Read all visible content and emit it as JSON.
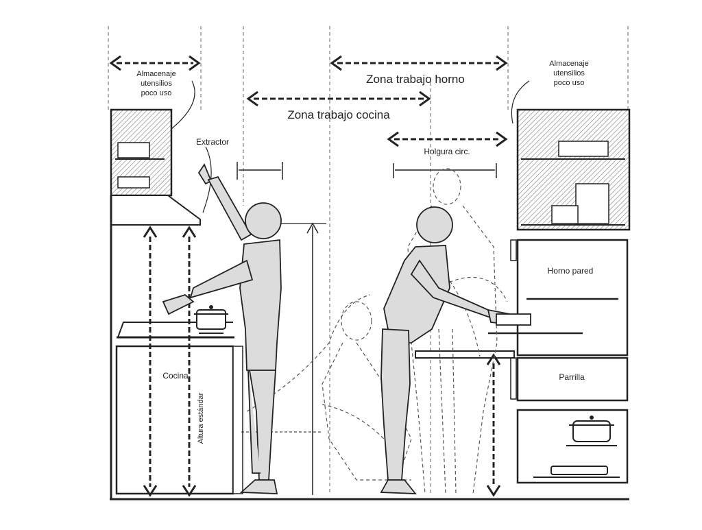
{
  "colors": {
    "ink": "#222222",
    "hatch": "#9a9a9a",
    "figure_fill": "#dcdcdc",
    "paper": "#ffffff"
  },
  "labels": {
    "storage_left": [
      "Almacenaje",
      "utensilios",
      "poco uso"
    ],
    "storage_right": [
      "Almacenaje",
      "utensilios",
      "poco uso"
    ],
    "zona_horno": "Zona trabajo horno",
    "zona_cocina": "Zona trabajo cocina",
    "extractor": "Extractor",
    "holgura": "Holgura circ.",
    "horno_pared": "Horno pared",
    "parrilla": "Parrilla",
    "cocina": "Cocina",
    "altura": "Altura estándar"
  }
}
